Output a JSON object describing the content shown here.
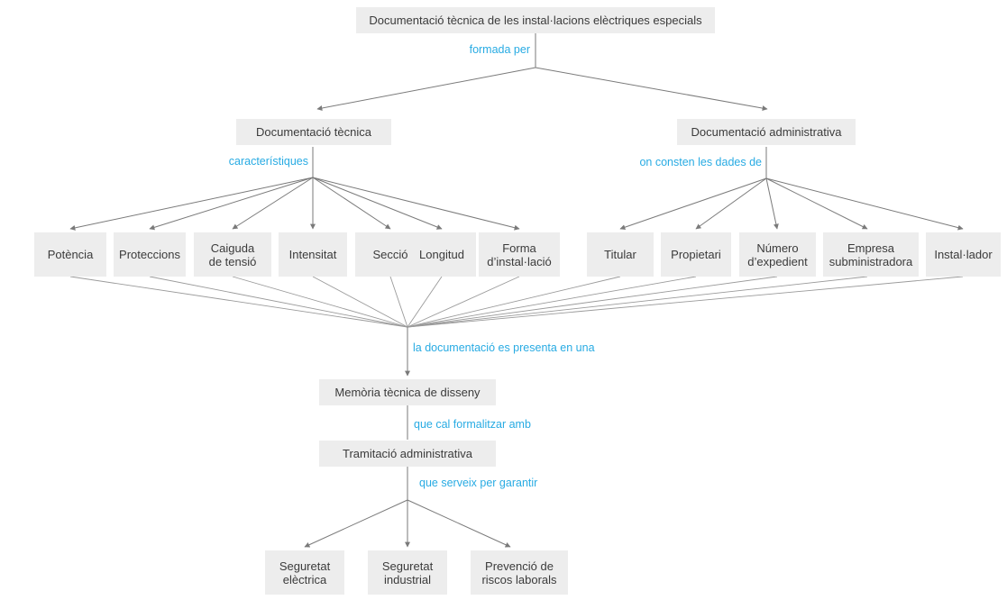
{
  "diagram": {
    "title": "Documentació tècnica de les instal·lacions elèctriques especials",
    "colors": {
      "node_fill": "#ededed",
      "node_text": "#3b3b3b",
      "link_label": "#28abe3",
      "connector": "#7a7a7a",
      "background": "#ffffff"
    },
    "nodes": {
      "root": "Documentació tècnica de les instal·lacions elèctriques especials",
      "tecnica": "Documentació tècnica",
      "administrativa": "Documentació administrativa",
      "potencia": "Potència",
      "proteccions": "Proteccions",
      "caiguda": "Caiguda\nde tensió",
      "intensitat": "Intensitat",
      "seccio": "Secció",
      "longitud": "Longitud",
      "forma": "Forma\nd’instal·lació",
      "titular": "Titular",
      "propietari": "Propietari",
      "numero": "Número\nd’expedient",
      "empresa": "Empresa\nsubministradora",
      "installador": "Instal·lador",
      "memoria": "Memòria tècnica de disseny",
      "tramitacio": "Tramitació administrativa",
      "seguretat_electrica": "Seguretat\nelèctrica",
      "seguretat_industrial": "Seguretat\nindustrial",
      "prevencio": "Prevenció de\nriscos laborals"
    },
    "link_labels": {
      "formada_per": "formada per",
      "caracteristiques": "característiques",
      "on_consten": "on consten les dades de",
      "presenta_en_una": "la documentació es presenta en una",
      "formalitzar_amb": "que cal formalitzar amb",
      "serveix_garantir": "que serveix per garantir"
    }
  }
}
